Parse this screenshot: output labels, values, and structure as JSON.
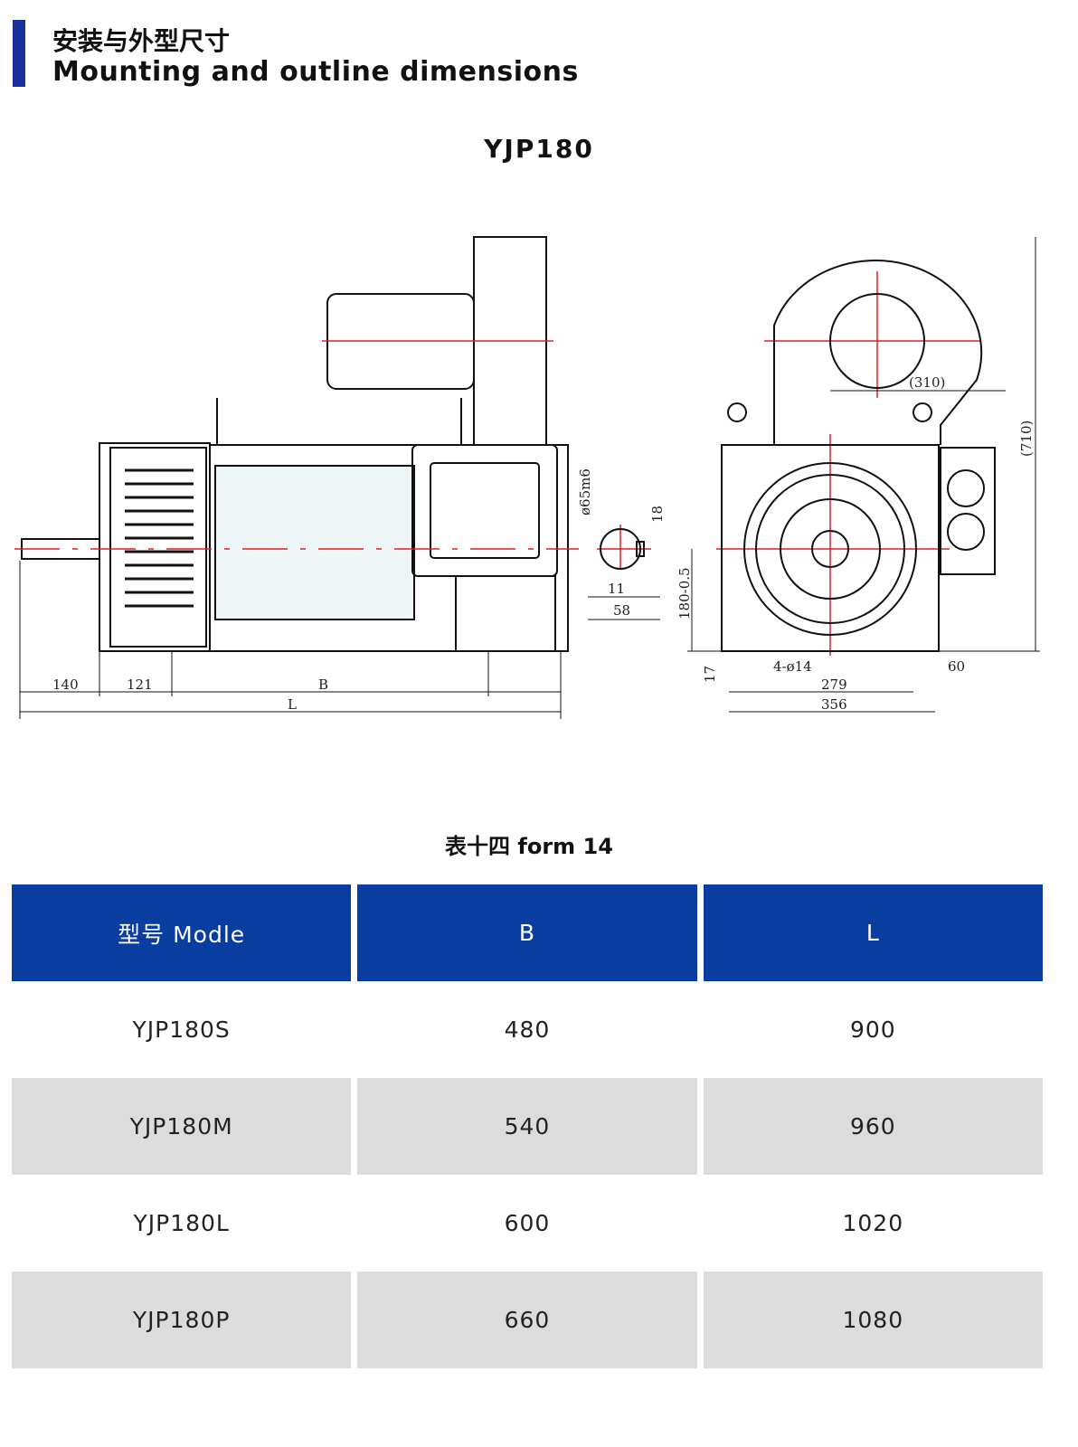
{
  "header": {
    "title_cn": "安装与外型尺寸",
    "title_en": "Mounting and outline dimensions"
  },
  "model_title": "YJP180",
  "drawing": {
    "dims": {
      "d140": "140",
      "d121": "121",
      "B": "B",
      "L": "L",
      "shaft": "ø65m6",
      "key18": "18",
      "key11": "11",
      "d58": "58",
      "h180": "180-0.5",
      "d310": "(310)",
      "d710": "(710)",
      "holes": "4-ø14",
      "d279": "279",
      "d356": "356",
      "d17": "17",
      "d60": "60"
    }
  },
  "table": {
    "caption": "表十四 form 14",
    "headers": [
      "型号 Modle",
      "B",
      "L"
    ],
    "rows": [
      [
        "YJP180S",
        "480",
        "900"
      ],
      [
        "YJP180M",
        "540",
        "960"
      ],
      [
        "YJP180L",
        "600",
        "1020"
      ],
      [
        "YJP180P",
        "660",
        "1080"
      ]
    ]
  },
  "colors": {
    "accent": "#0a3da0",
    "bar": "#1a2f9a",
    "centerline": "#e02020"
  }
}
